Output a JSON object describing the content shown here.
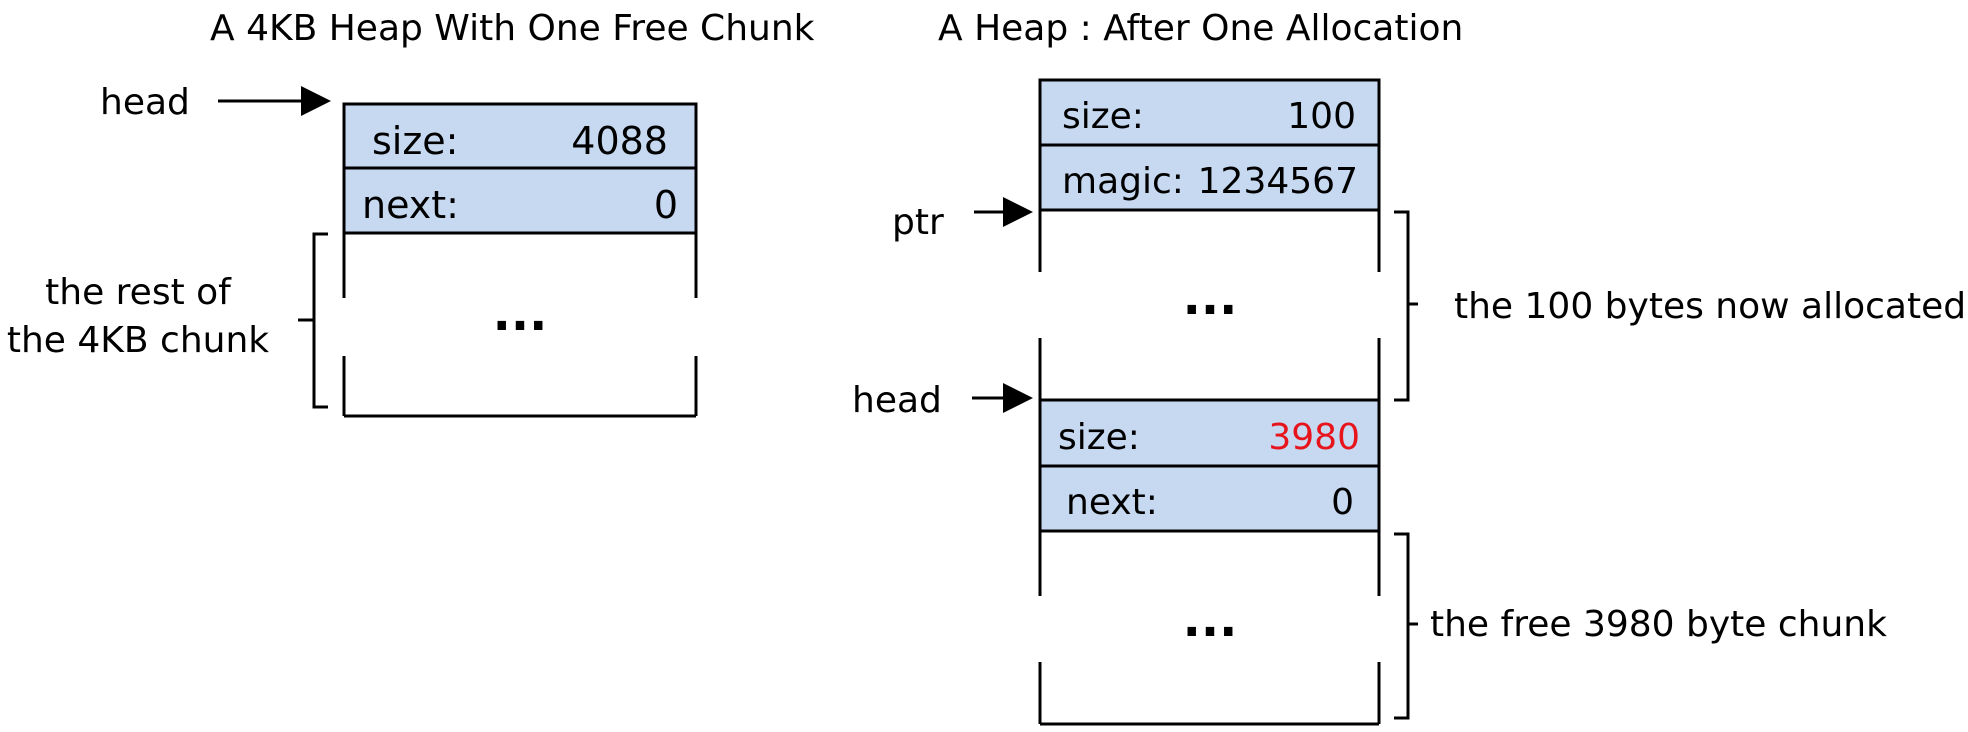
{
  "left": {
    "title": "A 4KB Heap With One Free Chunk",
    "head_label": "head",
    "size_label": "size:",
    "size_value": "4088",
    "next_label": "next:",
    "next_value": "0",
    "ellipsis": "...",
    "brace_label_line1": "the rest of",
    "brace_label_line2": "the 4KB chunk"
  },
  "right": {
    "title": "A Heap : After One Allocation",
    "alloc_size_label": "size:",
    "alloc_size_value": "100",
    "magic_label": "magic:",
    "magic_value": "1234567",
    "ptr_label": "ptr",
    "ellipsis_alloc": "...",
    "alloc_brace_label": "the 100 bytes now allocated",
    "head_label": "head",
    "free_size_label": "size:",
    "free_size_value": "3980",
    "free_next_label": "next:",
    "free_next_value": "0",
    "ellipsis_free": "...",
    "free_brace_label": "the free 3980 byte chunk"
  },
  "colors": {
    "header_fill": "#c6d9f1",
    "highlight": "#e8141b",
    "outline": "#000000"
  }
}
